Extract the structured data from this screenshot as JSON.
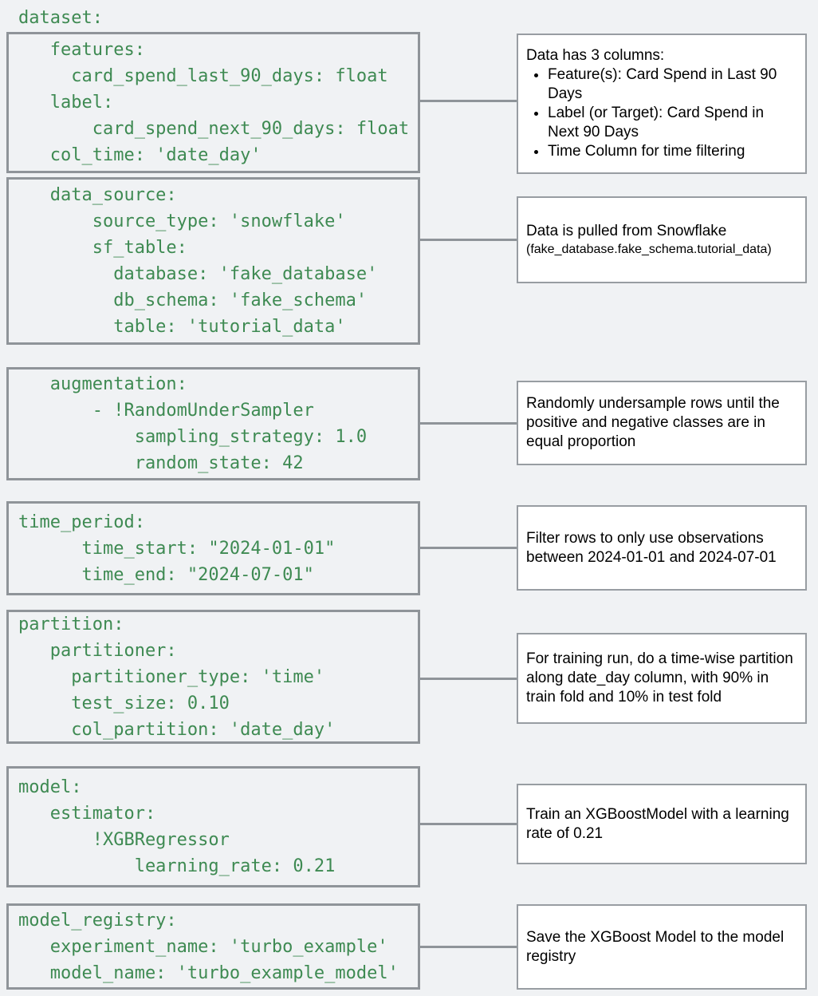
{
  "colors": {
    "page_background": "#f0f2f4",
    "code_text_green": "#3e8a52",
    "box_border_gray": "#8f9499",
    "note_background": "#ffffff",
    "note_text": "#000000"
  },
  "yaml": {
    "top_label": "dataset:",
    "blocks": [
      {
        "name": "dataset-fields",
        "code": "   features:\n     card_spend_last_90_days: float\n   label:\n       card_spend_next_90_days: float\n   col_time: 'date_day'"
      },
      {
        "name": "data-source",
        "code": "   data_source:\n       source_type: 'snowflake'\n       sf_table:\n         database: 'fake_database'\n         db_schema: 'fake_schema'\n         table: 'tutorial_data'"
      },
      {
        "name": "augmentation",
        "code": "   augmentation:\n       - !RandomUnderSampler\n           sampling_strategy: 1.0\n           random_state: 42"
      },
      {
        "name": "time-period",
        "code": "time_period:\n      time_start: \"2024-01-01\"\n      time_end: \"2024-07-01\""
      },
      {
        "name": "partition",
        "code": "partition:\n   partitioner:\n     partitioner_type: 'time'\n     test_size: 0.10\n     col_partition: 'date_day'"
      },
      {
        "name": "model",
        "code": "model:\n   estimator:\n       !XGBRegressor\n           learning_rate: 0.21"
      },
      {
        "name": "model-registry",
        "code": "model_registry:\n   experiment_name: 'turbo_example'\n   model_name: 'turbo_example_model'"
      }
    ]
  },
  "annotations": [
    {
      "intro": "Data has 3 columns:",
      "bullets": [
        "Feature(s): Card Spend in Last 90 Days",
        "Label (or Target): Card Spend in Next 90 Days",
        "Time Column for time filtering"
      ]
    },
    {
      "line1": "Data is pulled from Snowflake",
      "line2": "(fake_database.fake_schema.tutorial_data)"
    },
    {
      "text": "Randomly undersample rows until the positive and negative classes are in equal proportion"
    },
    {
      "text": "Filter rows to only use observations between 2024-01-01 and 2024-07-01"
    },
    {
      "text": "For training run, do a time-wise partition along date_day column, with 90% in train fold and 10% in test fold"
    },
    {
      "text": "Train an XGBoostModel with a learning rate of 0.21"
    },
    {
      "text": "Save the XGBoost Model to the model registry"
    }
  ]
}
